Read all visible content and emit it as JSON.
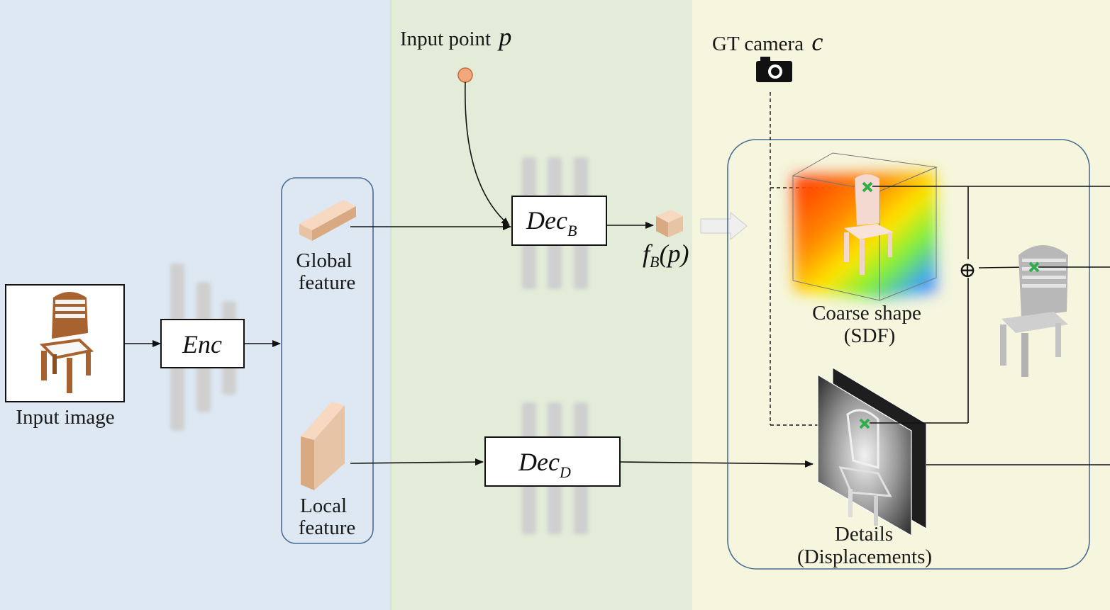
{
  "labels": {
    "input_image": "Input image",
    "enc": "Enc",
    "global_feature_l1": "Global",
    "global_feature_l2": "feature",
    "local_feature_l1": "Local",
    "local_feature_l2": "feature",
    "input_point": "Input point",
    "input_point_sym": "p",
    "dec_b": "Dec",
    "dec_b_sub": "B",
    "dec_d": "Dec",
    "dec_d_sub": "D",
    "fb_f": "f",
    "fb_sub": "B",
    "fb_arg": "(p)",
    "gt_camera": "GT camera",
    "gt_camera_sym": "c",
    "coarse_l1": "Coarse shape",
    "coarse_l2": "(SDF)",
    "details_l1": "Details",
    "details_l2": "(Displacements)",
    "oplus": "⊕"
  },
  "colors": {
    "panel_encoder": "#dde8f3",
    "panel_decoder": "#e2ecd8",
    "panel_render": "#f5f6dd",
    "feature_box": "#e7c4a5",
    "feature_box_light": "#f6d9c0",
    "point": "#f2a87a",
    "marker": "#2fae4a",
    "frame": "#4a6c95"
  }
}
